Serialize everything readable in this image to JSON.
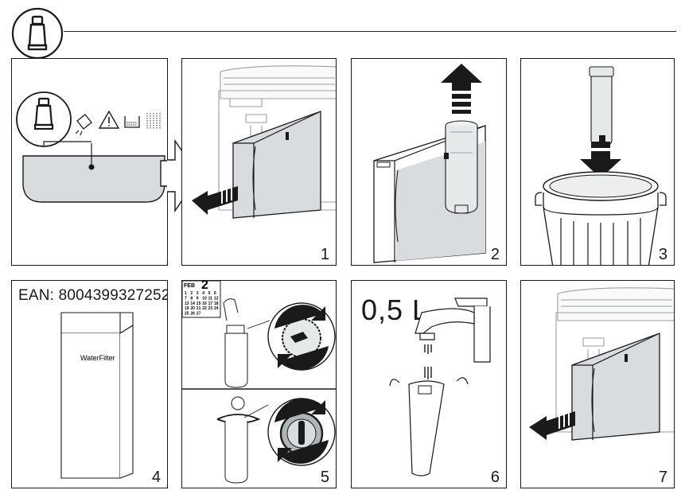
{
  "header": {
    "icon": "cleaning-tube-icon"
  },
  "steps": [
    {
      "number": "1"
    },
    {
      "number": "2"
    },
    {
      "number": "3"
    },
    {
      "number": "4",
      "ean": "EAN: 8004399327252",
      "box_label": "WaterFilter"
    },
    {
      "number": "5",
      "calendar_month": "FEB",
      "calendar_step": "2",
      "calendar_days": [
        "1",
        "2",
        "3",
        "4",
        "5",
        "6",
        "7",
        "8",
        "9",
        "10",
        "11",
        "12",
        "13",
        "14",
        "15",
        "16",
        "17",
        "18",
        "19",
        "20",
        "21",
        "22",
        "23",
        "24",
        "25",
        "26",
        "27"
      ]
    },
    {
      "number": "6",
      "volume": "0,5 L"
    },
    {
      "number": "7"
    }
  ],
  "colors": {
    "stroke": "#1a1a1a",
    "water": "#cfd3d6",
    "tank": "#d9dcde",
    "gray": "#b0b5b8"
  }
}
